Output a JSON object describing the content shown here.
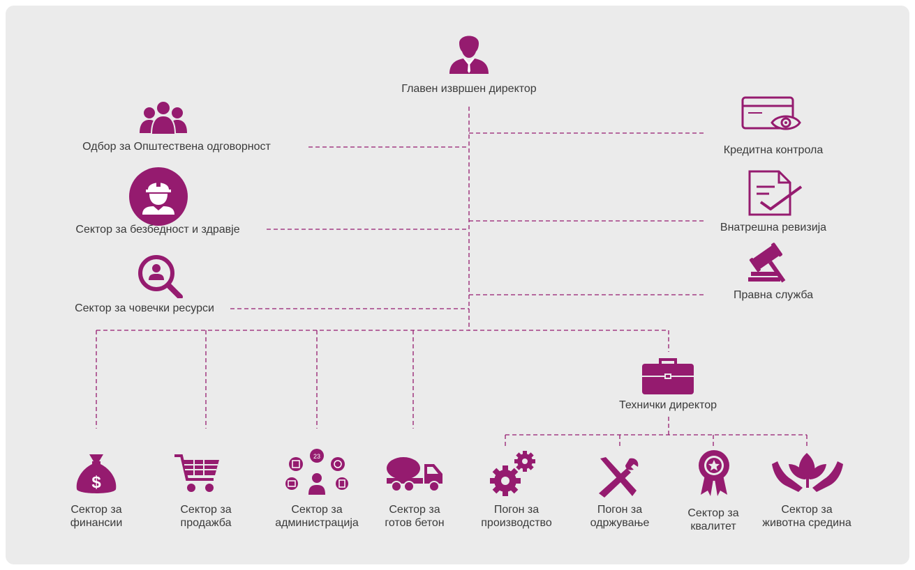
{
  "colors": {
    "accent": "#951b6f",
    "background": "#ebebeb",
    "text": "#3a3a3a"
  },
  "nodes": {
    "ceo": {
      "label": "Главен извршен директор",
      "icon": "businessman-icon"
    },
    "csr": {
      "label": "Одбор за Општествена одговорност",
      "icon": "people-group-icon"
    },
    "safety": {
      "label": "Сектор за безбедност и здравје",
      "icon": "hardhat-worker-icon"
    },
    "hr": {
      "label": "Сектор за човечки ресурси",
      "icon": "person-search-icon"
    },
    "credit": {
      "label": "Кредитна контрола",
      "icon": "card-eye-icon"
    },
    "audit": {
      "label": "Внатрешна ревизија",
      "icon": "document-check-icon"
    },
    "legal": {
      "label": "Правна служба",
      "icon": "gavel-icon"
    },
    "tech": {
      "label": "Технички директор",
      "icon": "briefcase-icon"
    }
  },
  "bottom": [
    {
      "line1": "Сектор за",
      "line2": "финансии",
      "icon": "money-bag-icon"
    },
    {
      "line1": "Сектор за",
      "line2": "продажба",
      "icon": "shopping-cart-icon"
    },
    {
      "line1": "Сектор за",
      "line2": "администрација",
      "icon": "admin-network-icon"
    },
    {
      "line1": "Сектор за",
      "line2": "готов бетон",
      "icon": "concrete-mixer-truck-icon"
    },
    {
      "line1": "Погон за",
      "line2": "производство",
      "icon": "gears-icon"
    },
    {
      "line1": "Погон за",
      "line2": "одржување",
      "icon": "wrench-screwdriver-icon"
    },
    {
      "line1": "Сектор за",
      "line2": "квалитет",
      "icon": "quality-badge-icon"
    },
    {
      "line1": "Сектор за",
      "line2": "животна средина",
      "icon": "hands-plant-icon"
    }
  ]
}
